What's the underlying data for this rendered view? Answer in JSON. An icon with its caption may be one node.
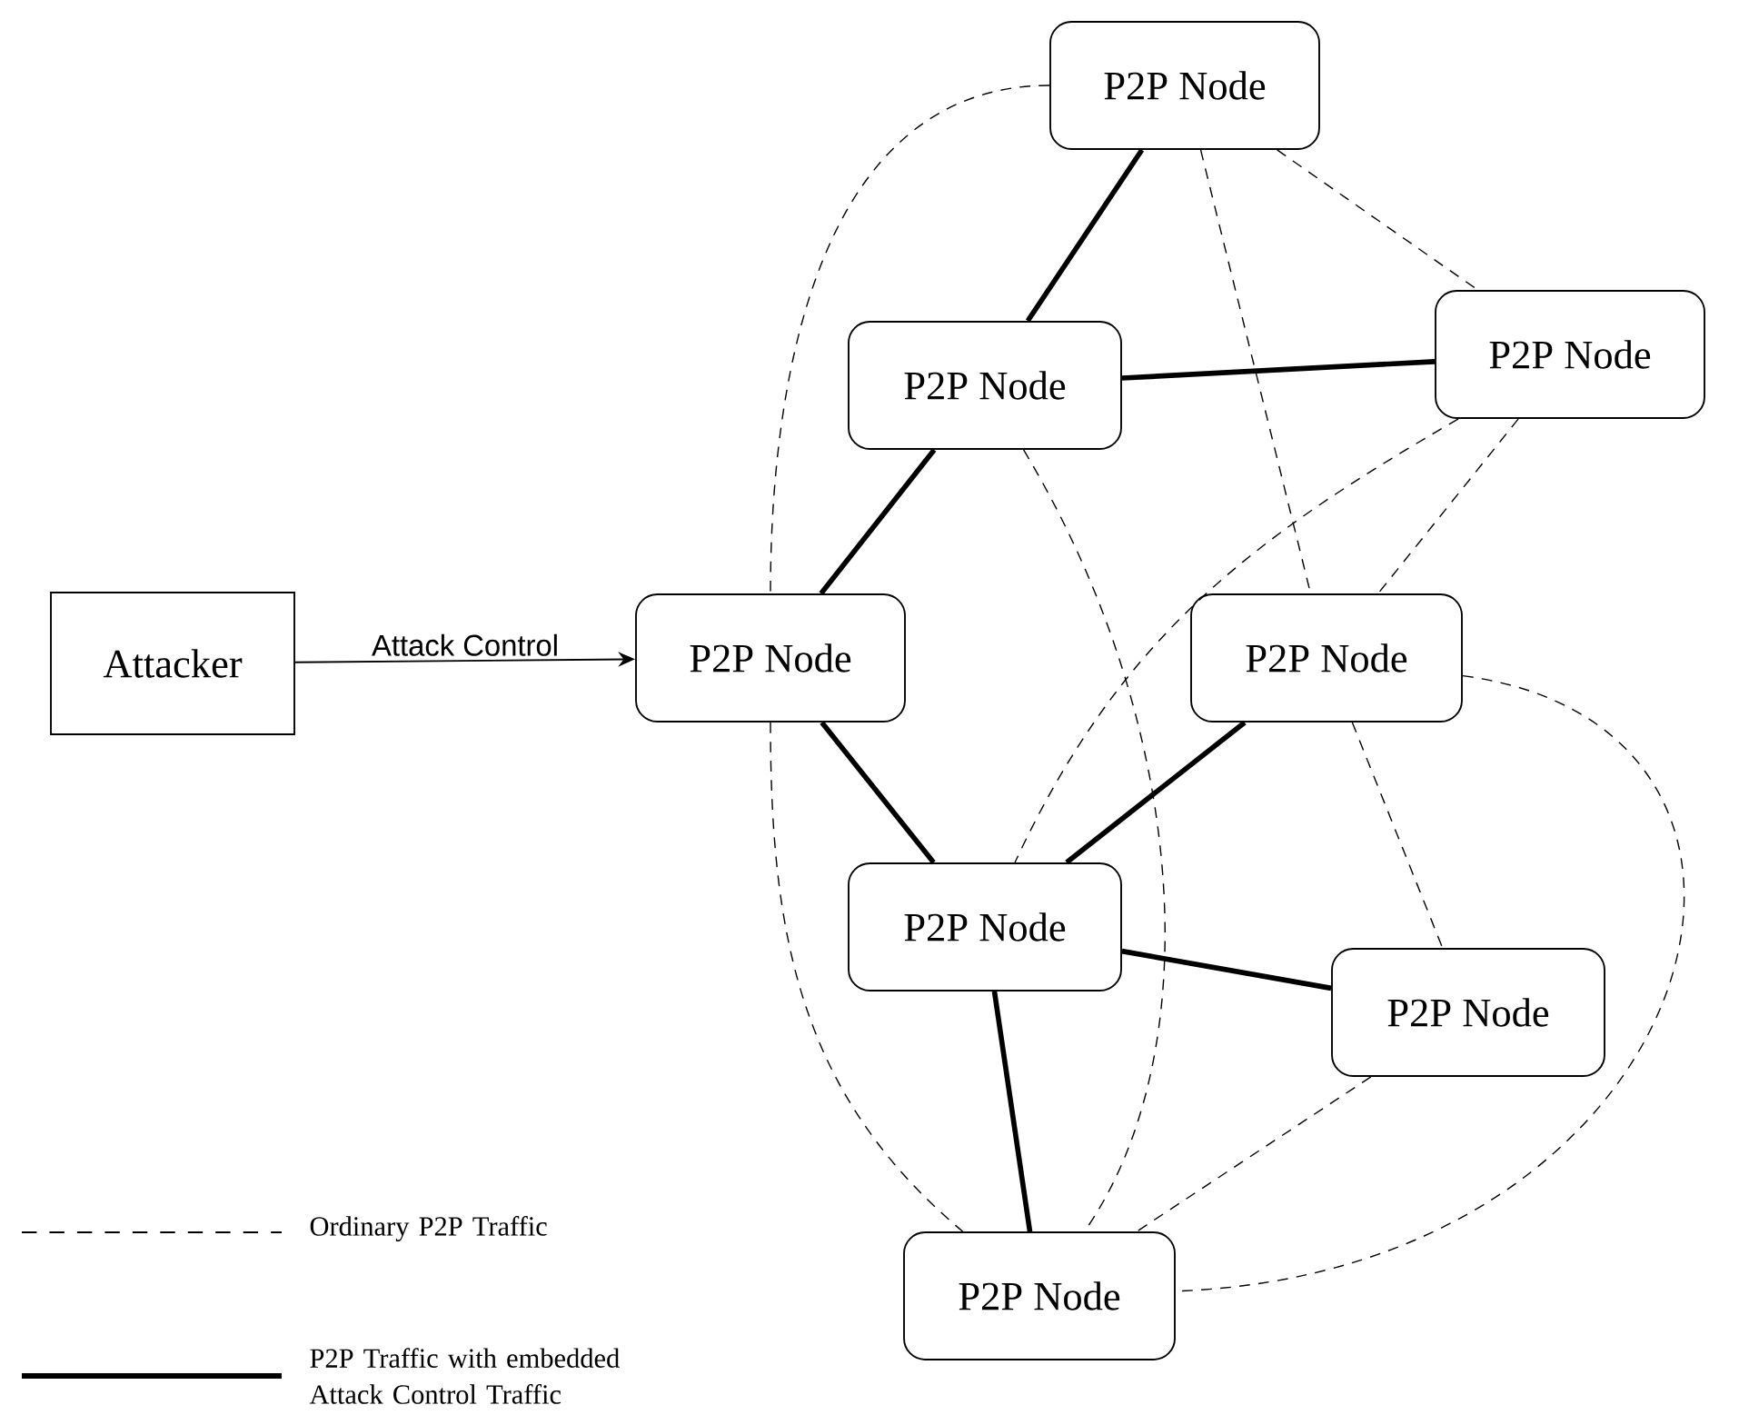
{
  "diagram": {
    "nodes": [
      {
        "text": [
          "Attacker"
        ]
      },
      {
        "text": [
          "P2P Node"
        ]
      },
      {
        "text": [
          "P2P Node"
        ]
      },
      {
        "text": [
          "P2P Node"
        ]
      },
      {
        "text": [
          "P2P Node"
        ]
      },
      {
        "text": [
          "P2P Node"
        ]
      },
      {
        "text": [
          "P2P Node"
        ]
      },
      {
        "text": [
          "P2P Node"
        ]
      },
      {
        "text": [
          "P2P Node"
        ]
      }
    ],
    "edges": [
      {
        "from": 0,
        "to": 4,
        "arrow": "to",
        "label": "Attack Control"
      },
      {
        "from": 1,
        "to": 2,
        "arrow": "none",
        "style": "thick"
      },
      {
        "from": 2,
        "to": 3,
        "arrow": "none",
        "style": "thick"
      },
      {
        "from": 2,
        "to": 4,
        "arrow": "none",
        "style": "thick"
      },
      {
        "from": 4,
        "to": 6,
        "arrow": "none",
        "style": "thick"
      },
      {
        "from": 5,
        "to": 6,
        "arrow": "none",
        "style": "thick"
      },
      {
        "from": 6,
        "to": 7,
        "arrow": "none",
        "style": "thick"
      },
      {
        "from": 6,
        "to": 8,
        "arrow": "none",
        "style": "thick"
      },
      {
        "from": 1,
        "to": 4,
        "arrow": "none",
        "style": "dashed"
      },
      {
        "from": 1,
        "to": 3,
        "arrow": "none",
        "style": "dashed"
      },
      {
        "from": 1,
        "to": 5,
        "arrow": "none",
        "style": "dashed"
      },
      {
        "from": 2,
        "to": 8,
        "arrow": "none",
        "style": "dashed"
      },
      {
        "from": 3,
        "to": 6,
        "arrow": "none",
        "style": "dashed"
      },
      {
        "from": 3,
        "to": 5,
        "arrow": "none",
        "style": "dashed"
      },
      {
        "from": 4,
        "to": 8,
        "arrow": "none",
        "style": "dashed"
      },
      {
        "from": 5,
        "to": 7,
        "arrow": "none",
        "style": "dashed"
      },
      {
        "from": 5,
        "to": 8,
        "arrow": "none",
        "style": "dashed"
      },
      {
        "from": 7,
        "to": 8,
        "arrow": "none",
        "style": "dashed"
      }
    ],
    "legend": [
      {
        "text": "Ordinary P2P Traffic"
      },
      {
        "text": "P2P Traffic with embedded Attack Control Traffic"
      }
    ]
  }
}
